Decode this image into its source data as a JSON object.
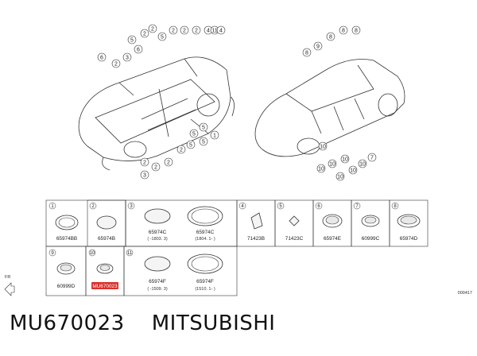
{
  "caption": {
    "part_number": "MU670023",
    "brand": "MITSUBISHI"
  },
  "direction_label": "FR",
  "figure_code": "000417",
  "left_callouts": [
    "6",
    "2",
    "3",
    "6",
    "5",
    "2",
    "2",
    "2",
    "5",
    "2",
    "2",
    "4",
    "11",
    "4",
    "5",
    "5",
    "2",
    "5",
    "1",
    "5",
    "2",
    "2",
    "2",
    "3"
  ],
  "right_callouts": [
    "8",
    "9",
    "8",
    "8",
    "8",
    "10",
    "10",
    "10",
    "10",
    "10",
    "10",
    "10",
    "7"
  ],
  "parts_table": {
    "row1": [
      {
        "num": "1",
        "parts": [
          "65974BB"
        ]
      },
      {
        "num": "2",
        "parts": [
          "65974B"
        ]
      },
      {
        "num": "3",
        "parts": [
          "65974C",
          "65974C"
        ],
        "notes": [
          "( -1803. 3)",
          "(1804. 1- )"
        ]
      },
      {
        "num": "4",
        "parts": [
          "71423B"
        ]
      },
      {
        "num": "5",
        "parts": [
          "71423C"
        ]
      },
      {
        "num": "6",
        "parts": [
          "65974E"
        ]
      },
      {
        "num": "7",
        "parts": [
          "60999C"
        ]
      },
      {
        "num": "8",
        "parts": [
          "65974D"
        ]
      }
    ],
    "row2": [
      {
        "num": "9",
        "parts": [
          "60999D"
        ]
      },
      {
        "num": "10",
        "parts": [
          "MU670023"
        ],
        "highlight_color": "#d9302c"
      },
      {
        "num": "11",
        "parts": [
          "65974F",
          "65974F"
        ],
        "notes": [
          "( -1509. 3)",
          "(1510. 1- )"
        ]
      }
    ]
  }
}
